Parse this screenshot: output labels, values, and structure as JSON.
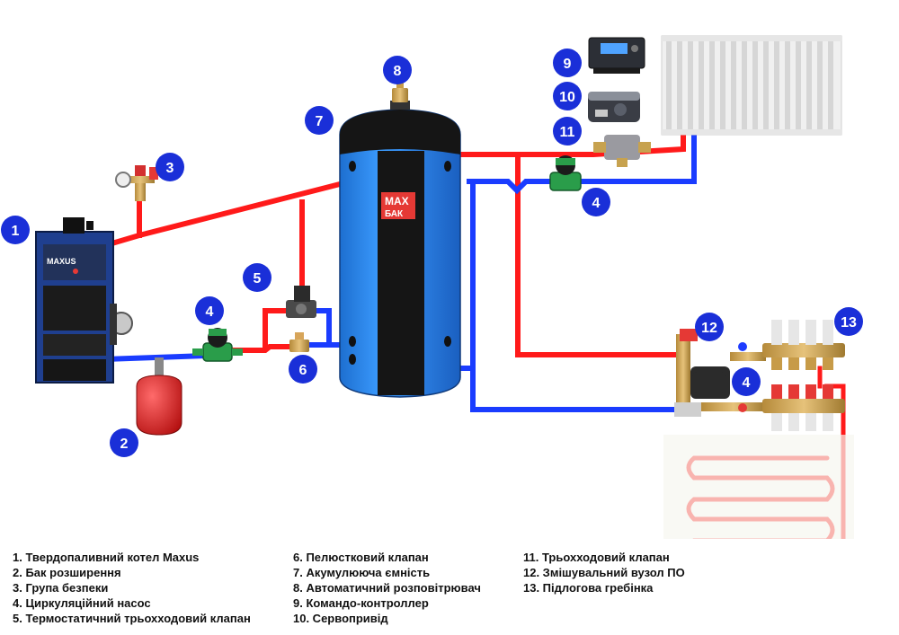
{
  "tank_logo": {
    "line1": "MAX",
    "line2": "БАК"
  },
  "boiler_logo": {
    "brand": "MAXUS"
  },
  "callouts": {
    "boiler": "1",
    "expansion_tank": "2",
    "safety_group": "3",
    "pump_boiler": "4",
    "pump_radiator": "4",
    "pump_floor": "4",
    "thermostatic_valve": "5",
    "petal_valve": "6",
    "accumulator_tank": "7",
    "air_vent": "8",
    "controller": "9",
    "servo_drive": "10",
    "three_way_valve": "11",
    "mixing_unit": "12",
    "floor_manifold": "13"
  },
  "legend": {
    "col1": [
      "1. Твердопаливний котел Maxus",
      "2. Бак розширення",
      "3. Група безпеки",
      "4. Циркуляційний насос",
      "5. Термостатичний трьохходовий клапан"
    ],
    "col2": [
      "6. Пелюстковий клапан",
      "7. Акумулююча ємність",
      "8. Автоматичний розповітрювач",
      "9. Командо-контроллер",
      "10. Сервопривід"
    ],
    "col3": [
      "11. Трьохходовий клапан",
      "12. Змішувальний вузол ПО",
      "13. Підлогова гребінка"
    ]
  },
  "colors": {
    "hot_pipe": "#ff1a1a",
    "cold_pipe": "#1a3cff",
    "callout_circle": "#1a2fd8",
    "tank_blue": "#2f8bf0",
    "tank_black": "#151515",
    "boiler_blue": "#1f3f8f"
  }
}
